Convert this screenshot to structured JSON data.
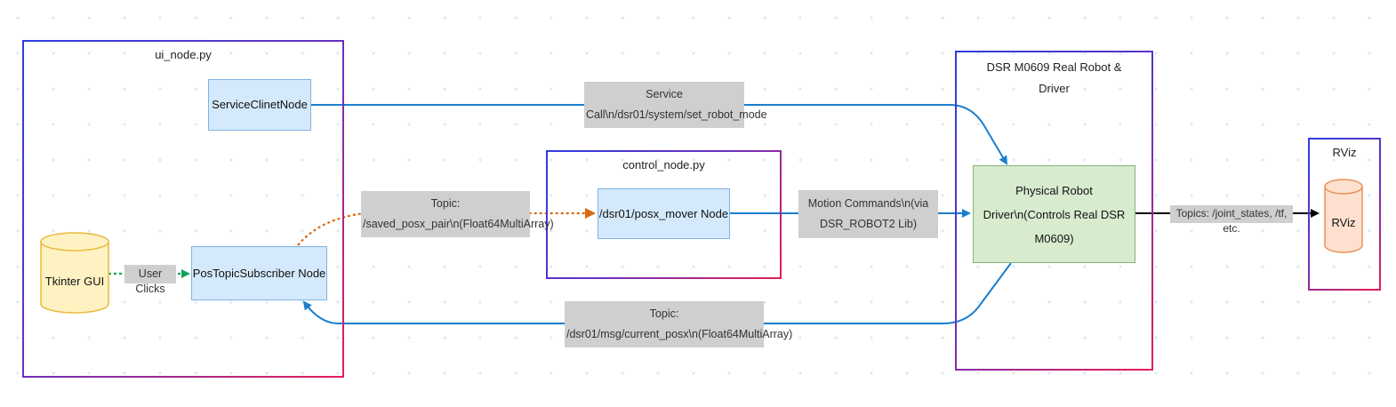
{
  "containers": {
    "ui_node": "ui_node.py",
    "control_node": "control_node.py",
    "robot": {
      "line1": "DSR M0609 Real Robot &",
      "line2": "Driver"
    },
    "rviz": "RViz"
  },
  "nodes": {
    "service_client": "ServiceClinetNode",
    "pos_subscriber": "PosTopicSubscriber Node",
    "tkinter_gui": "Tkinter GUI",
    "posx_mover": "/dsr01/posx_mover Node",
    "physical_robot": {
      "line1": "Physical Robot",
      "line2": "Driver\\n(Controls Real DSR",
      "line3": "M0609)"
    },
    "rviz_db": "RViz"
  },
  "edges": {
    "service_call": {
      "line1": "Service",
      "line2": "Call\\n/dsr01/system/set_robot_mode"
    },
    "saved_posx": {
      "line1": "Topic:",
      "line2": "/saved_posx_pair\\n(Float64MultiArray)"
    },
    "motion_commands": {
      "line1": "Motion Commands\\n(via",
      "line2": "DSR_ROBOT2 Lib)"
    },
    "current_posx": {
      "line1": "Topic:",
      "line2": "/dsr01/msg/current_posx\\n(Float64MultiArray)"
    },
    "user_clicks": "User Clicks",
    "topics_joint": "Topics: /joint_states, /tf, etc."
  },
  "colors": {
    "edge_blue": "#1a7fcf",
    "edge_orange": "#d96a13",
    "edge_green": "#15a05a",
    "edge_black": "#000000",
    "cylinder_yellow": "#fff2c2",
    "cylinder_yellow_border": "#e8b93a",
    "cylinder_orange": "#fde0cf",
    "cylinder_orange_border": "#e8925b"
  }
}
